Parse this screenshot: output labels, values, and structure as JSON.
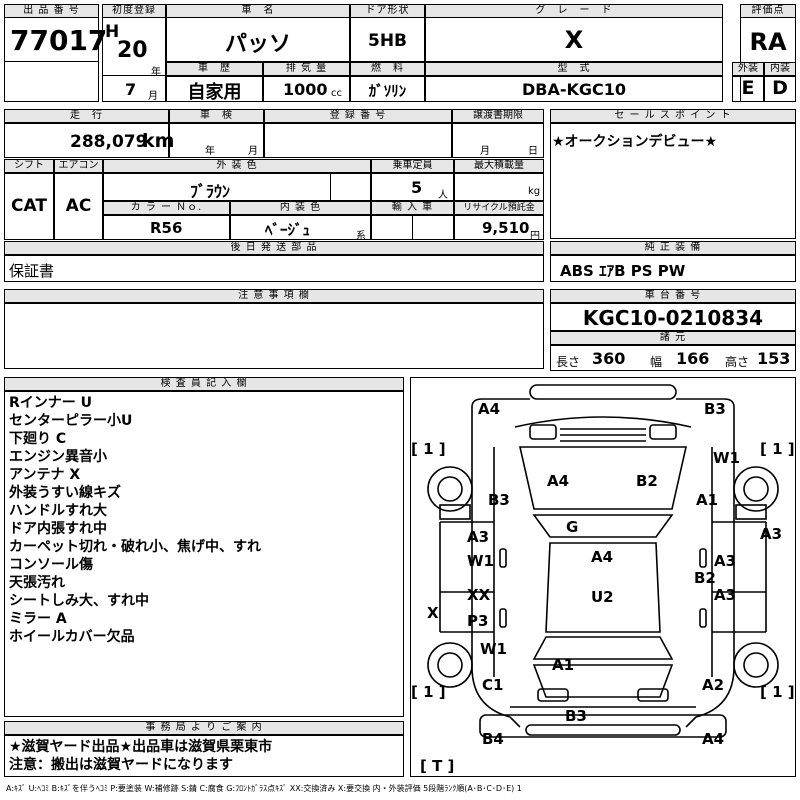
{
  "header": {
    "lot_label": "出 品 番 号",
    "lot_number": "77017",
    "reg_label": "初度登録",
    "era": "H",
    "year": "20",
    "year_unit": "年",
    "month": "7",
    "month_unit": "月",
    "car_name_label": "車　名",
    "car_name": "パッソ",
    "door_label": "ドア形状",
    "door": "5HB",
    "grade_label": "グ　レ　ー　ド",
    "grade": "X",
    "score_label": "評価点",
    "score": "RA",
    "history_label": "車　歴",
    "history": "自家用",
    "displacement_label": "排 気 量",
    "displacement": "1000",
    "displacement_unit": "cc",
    "fuel_label": "燃　料",
    "fuel": "ｶﾞｿﾘﾝ",
    "model_label": "型　式",
    "model": "DBA-KGC10",
    "ext_label": "外装",
    "ext": "E",
    "int_label": "内装",
    "int": "D"
  },
  "row2": {
    "mileage_label": "走　行",
    "mileage": "288,079",
    "mileage_unit": "km",
    "inspection_label": "車　検",
    "inspection_year_unit": "年",
    "inspection_month_unit": "月",
    "plate_label": "登 録 番 号",
    "transfer_label": "譲渡書期限",
    "transfer_month_unit": "月",
    "transfer_day_unit": "日",
    "sales_label": "セ ー ル ス ポ イ ン ト",
    "sales_point": "★オークションデビュー★"
  },
  "row3": {
    "shift_label": "シフト",
    "shift": "CAT",
    "ac_label": "エアコン",
    "ac": "AC",
    "color_label": "外 装 色",
    "color": "ﾌﾞﾗｳﾝ",
    "capacity_label": "乗車定員",
    "capacity": "5",
    "capacity_unit": "人",
    "load_label": "最大積載量",
    "load_unit": "kg",
    "colorno_label": "カ ラ ー Ｎｏ.",
    "colorno": "R56",
    "interior_label": "内 装 色",
    "interior": "ﾍﾞｰｼﾞｭ",
    "interior_unit": "系",
    "import_label": "輸 入 車",
    "recycle_label": "リサイクル預託金",
    "recycle": "9,510",
    "recycle_unit": "円"
  },
  "row4": {
    "later_label": "後 日 発 送 部 品",
    "later": "保証書",
    "equip_label": "純 正 装 備",
    "equip": "ABS ｴｱB PS PW"
  },
  "row5": {
    "caution_label": "注 意 事 項 欄",
    "chassis_label": "車 台 番 号",
    "chassis": "KGC10-0210834",
    "dims_label": "諸 元",
    "length_label": "長さ",
    "length": "360",
    "width_label": "幅",
    "width": "166",
    "height_label": "高さ",
    "height": "153"
  },
  "inspector": {
    "label": "検 査 員 記 入 欄",
    "notes": [
      "Rインナー U",
      "センターピラー小U",
      "下廻り C",
      "エンジン異音小",
      "アンテナ X",
      "外装うすい線キズ",
      "ハンドルすれ大",
      "ドア内張すれ中",
      "カーペット切れ・破れ小、焦げ中、すれ",
      "コンソール傷",
      "天張汚れ",
      "シートしみ大、すれ中",
      "ミラー A",
      "ホイールカバー欠品"
    ]
  },
  "office": {
    "label": "事 務 局 よ り ご 案 内",
    "line1": "★滋賀ヤード出品★出品車は滋賀県栗東市",
    "line2": "注意：搬出は滋賀ヤードになります"
  },
  "diagram": {
    "labels": {
      "front_left": "A4",
      "front_right": "B3",
      "tire_fl": "[ 1 ]",
      "tire_fr": "[ 1 ]",
      "tire_rl": "[ 1 ]",
      "tire_rr": "[ 1 ]",
      "fender_r": "W1",
      "bonnet_l": "A4",
      "bonnet_r": "B2",
      "fender_l": "B3",
      "fender_r2": "A1",
      "roof_front": "G",
      "door_fl": "A3",
      "door_fl_w": "W1",
      "roof": "A4",
      "door_fr": "A3",
      "pillar_r": "A3",
      "rocker_r": "B2",
      "door_rr": "A3",
      "side_l": "X",
      "door_rl_x": "XX",
      "door_rl_p": "P3",
      "roof_rear": "U2",
      "quarter_l": "W1",
      "trunk": "A1",
      "rear_l": "C1",
      "rear_r": "A2",
      "rear_bumper": "B3",
      "corner_rl": "B4",
      "corner_rr": "A4",
      "spare": "[ T ]"
    }
  },
  "legend": "A:ｷｽﾞ U:ﾍｺﾐ B:ｷｽﾞを伴うﾍｺﾐ P:要塗装 W:補修跡 S:錆 C:腐食 G:ﾌﾛﾝﾄｶﾞﾗｽ点ｷｽﾞ XX:交換済み X:要交換 内・外装評価 5段階ﾗﾝｸ順(A･B･C･D･E) 1"
}
